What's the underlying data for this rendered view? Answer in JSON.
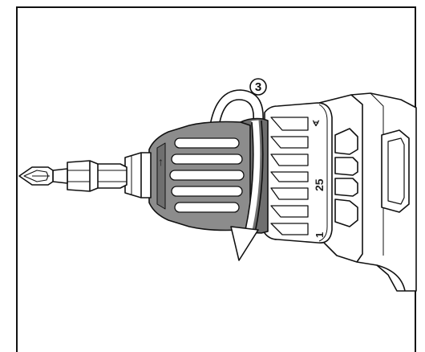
{
  "callout": {
    "step_number": "3"
  },
  "collar_markings": {
    "top": "∢",
    "middle": "25",
    "bottom": "1"
  },
  "chuck": {
    "arrow_glyph": "↑"
  },
  "colors": {
    "line": "#111111",
    "sleeve_fill": "#8c8c8c",
    "sleeve_dark": "#6f6f6f",
    "background": "#ffffff"
  }
}
